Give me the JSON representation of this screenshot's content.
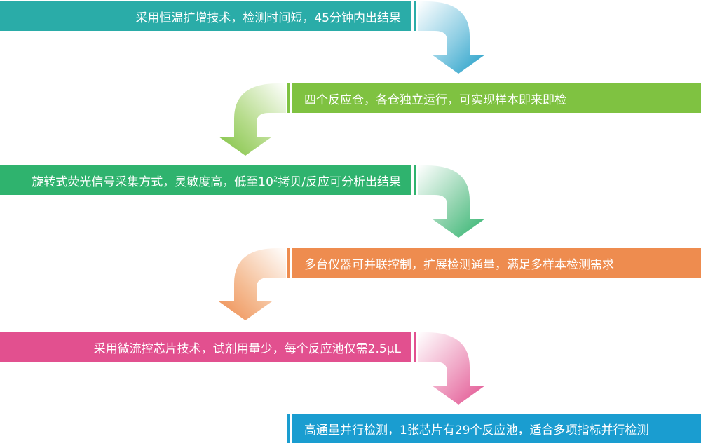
{
  "steps": [
    {
      "text": "采用恒温扩增技术，检测时间短，45分钟内出结果",
      "color": "#2aaca8"
    },
    {
      "text": "四个反应仓，各仓独立运行，可实现样本即来即检",
      "color": "#7fc241"
    },
    {
      "text_pre": "旋转式荧光信号采集方式，灵敏度高，低至10",
      "text_sup": "2",
      "text_post": "拷贝/反应可分析出结果",
      "color": "#2fb36e"
    },
    {
      "text": "多台仪器可并联控制，扩展检测通量，满足多样本检测需求",
      "color": "#ee8c4f"
    },
    {
      "text": "采用微流控芯片技术，试剂用量少，每个反应池仅需2.5μL",
      "color": "#e2508f"
    },
    {
      "text": "高通量并行检测，1张芯片有29个反应池，适合多项指标并行检测",
      "color": "#1a9dd0"
    }
  ],
  "arrow_colors": [
    "#1e9dc7",
    "#7fc241",
    "#2fb36e",
    "#ee8c4f",
    "#e2508f"
  ]
}
